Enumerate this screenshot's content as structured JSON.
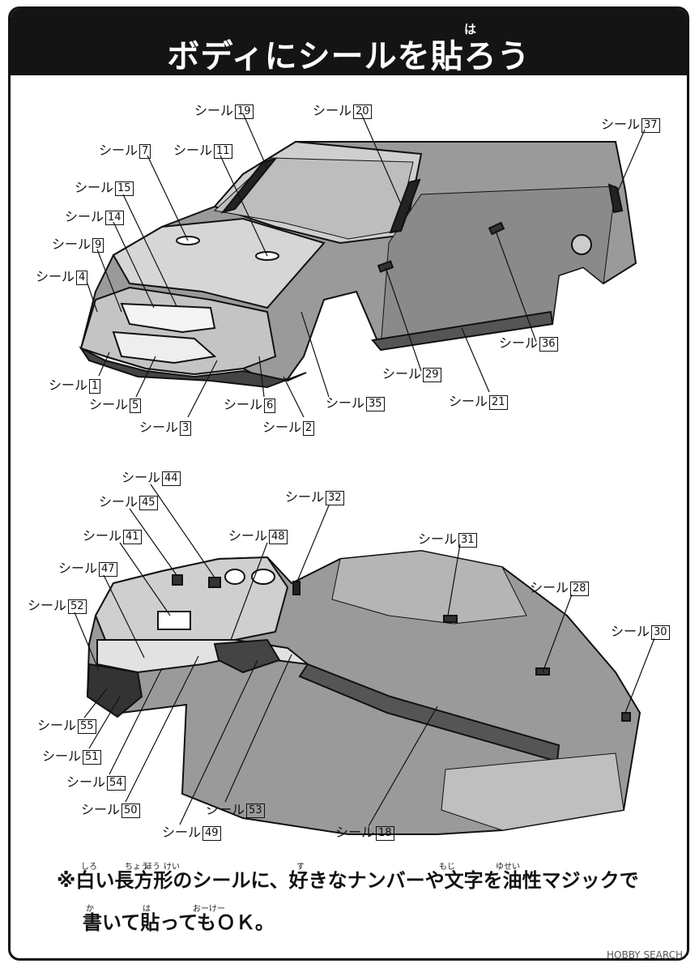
{
  "header": {
    "title": "ボディにシールを貼ろう",
    "ruby": "は"
  },
  "seal_prefix": "シール",
  "top_labels": [
    {
      "num": "19"
    },
    {
      "num": "20"
    },
    {
      "num": "37"
    },
    {
      "num": "7"
    },
    {
      "num": "11"
    },
    {
      "num": "15"
    },
    {
      "num": "14"
    },
    {
      "num": "9"
    },
    {
      "num": "4"
    },
    {
      "num": "36"
    },
    {
      "num": "29"
    },
    {
      "num": "21"
    },
    {
      "num": "1"
    },
    {
      "num": "5"
    },
    {
      "num": "6"
    },
    {
      "num": "35"
    },
    {
      "num": "3"
    },
    {
      "num": "2"
    }
  ],
  "bottom_labels": [
    {
      "num": "44"
    },
    {
      "num": "45"
    },
    {
      "num": "32"
    },
    {
      "num": "41"
    },
    {
      "num": "48"
    },
    {
      "num": "31"
    },
    {
      "num": "47"
    },
    {
      "num": "28"
    },
    {
      "num": "52"
    },
    {
      "num": "30"
    },
    {
      "num": "55"
    },
    {
      "num": "51"
    },
    {
      "num": "54"
    },
    {
      "num": "50"
    },
    {
      "num": "53"
    },
    {
      "num": "49"
    },
    {
      "num": "18"
    }
  ],
  "note": {
    "line1": "※白い長方形のシールに、好きなナンバーや文字を油性マジックで",
    "line2": "書いて貼ってもＯＫ。",
    "ruby": [
      "しろ",
      "ちょう",
      "ほう",
      "けい",
      "す",
      "もじ",
      "ゆせい",
      "か",
      "は",
      "おーけー"
    ]
  },
  "watermark": "HOBBY SEARCH"
}
